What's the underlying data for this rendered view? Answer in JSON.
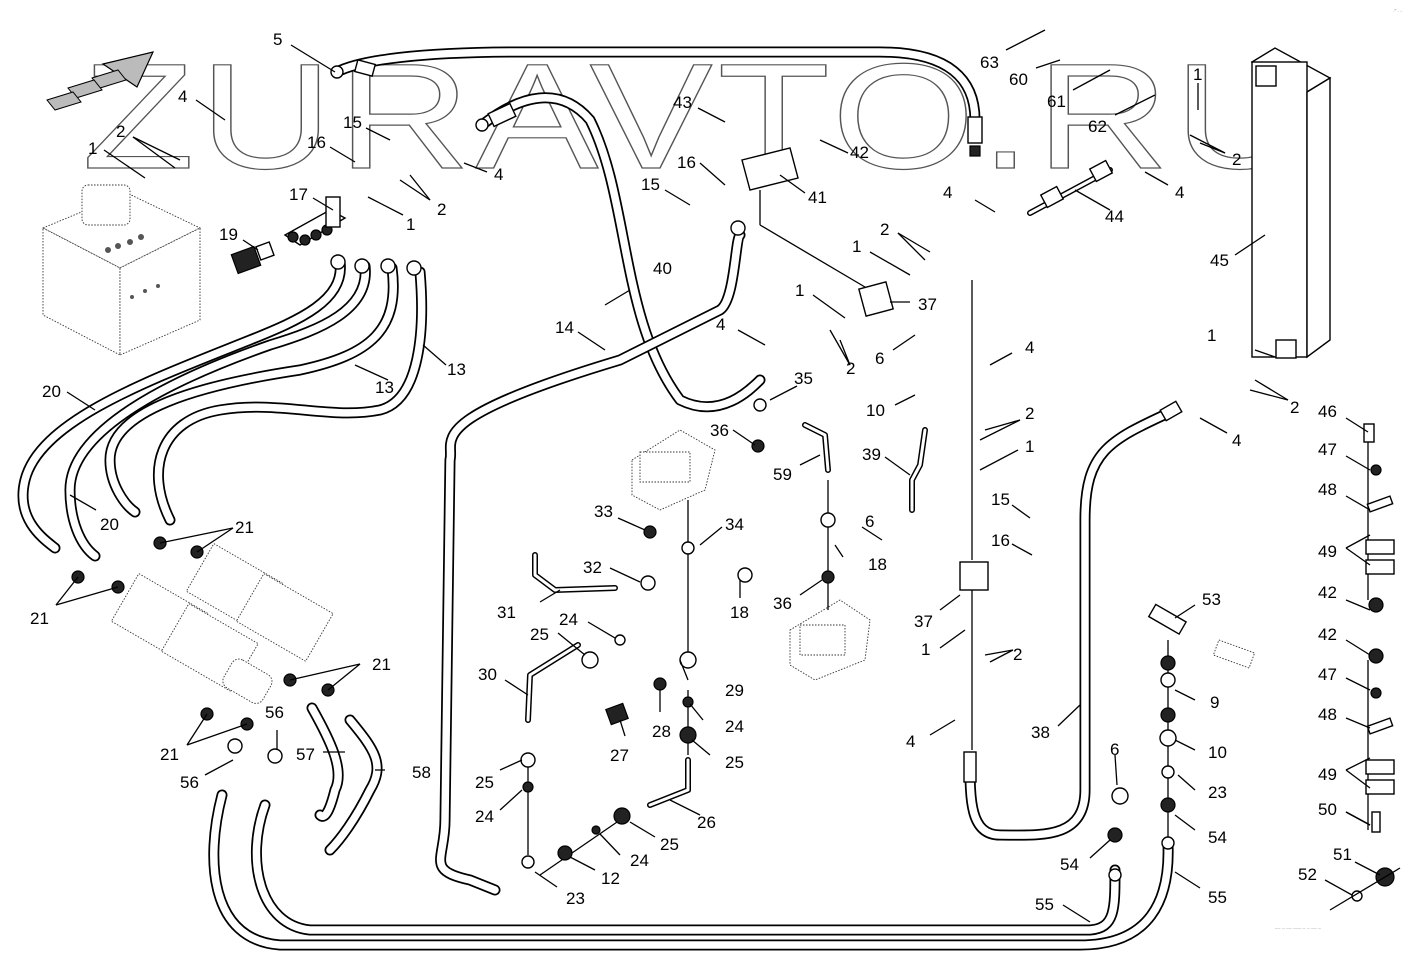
{
  "watermark": {
    "text": "ZURAVTO.RU"
  },
  "direction_arrow": {
    "icon": "forward-direction-arrow-icon"
  },
  "corner_code_top": "·‴ ···",
  "corner_code_bottom": "‒‒ ‒ ‒‒ ‒‒‒ ‒ ‒ ‒‒ ‒",
  "components": {
    "hydraulic_tank": "hydraulic-tank",
    "main_control_valve": "control-valve-block",
    "upper_pump": "hydraulic-pump-upper",
    "lower_pump": "hydraulic-pump-lower",
    "oil_cooler": "oil-cooler",
    "cylinder": "cylinder-outline"
  },
  "callouts": [
    {
      "id": "c1",
      "text": "1"
    },
    {
      "id": "c2",
      "text": "2"
    },
    {
      "id": "c4",
      "text": "4"
    },
    {
      "id": "c5",
      "text": "5"
    },
    {
      "id": "c15",
      "text": "15"
    },
    {
      "id": "c16",
      "text": "16"
    },
    {
      "id": "c4b",
      "text": "4"
    },
    {
      "id": "c2b",
      "text": "2"
    },
    {
      "id": "c1b",
      "text": "1"
    },
    {
      "id": "c17",
      "text": "17"
    },
    {
      "id": "c19",
      "text": "19"
    },
    {
      "id": "c43",
      "text": "43"
    },
    {
      "id": "c42",
      "text": "42"
    },
    {
      "id": "c16b",
      "text": "16"
    },
    {
      "id": "c15b",
      "text": "15"
    },
    {
      "id": "c41",
      "text": "41"
    },
    {
      "id": "c63",
      "text": "63"
    },
    {
      "id": "c60",
      "text": "60"
    },
    {
      "id": "c61",
      "text": "61"
    },
    {
      "id": "c62",
      "text": "62"
    },
    {
      "id": "c1c",
      "text": "1"
    },
    {
      "id": "c2c",
      "text": "2"
    },
    {
      "id": "c4c",
      "text": "4"
    },
    {
      "id": "c44",
      "text": "44"
    },
    {
      "id": "c4d",
      "text": "4"
    },
    {
      "id": "c2d",
      "text": "2"
    },
    {
      "id": "c1d",
      "text": "1"
    },
    {
      "id": "c45",
      "text": "45"
    },
    {
      "id": "c40",
      "text": "40"
    },
    {
      "id": "c14",
      "text": "14"
    },
    {
      "id": "c1e",
      "text": "1"
    },
    {
      "id": "c37",
      "text": "37"
    },
    {
      "id": "c4e",
      "text": "4"
    },
    {
      "id": "c2e",
      "text": "2"
    },
    {
      "id": "c6",
      "text": "6"
    },
    {
      "id": "c35",
      "text": "35"
    },
    {
      "id": "c13",
      "text": "13"
    },
    {
      "id": "c13b",
      "text": "13"
    },
    {
      "id": "c20",
      "text": "20"
    },
    {
      "id": "c20b",
      "text": "20"
    },
    {
      "id": "c4f",
      "text": "4"
    },
    {
      "id": "c10",
      "text": "10"
    },
    {
      "id": "c2f",
      "text": "2"
    },
    {
      "id": "c1f",
      "text": "1"
    },
    {
      "id": "c39",
      "text": "39"
    },
    {
      "id": "c36",
      "text": "36"
    },
    {
      "id": "c59",
      "text": "59"
    },
    {
      "id": "c1g",
      "text": "1"
    },
    {
      "id": "c2g",
      "text": "2"
    },
    {
      "id": "c4g",
      "text": "4"
    },
    {
      "id": "c46",
      "text": "46"
    },
    {
      "id": "c47",
      "text": "47"
    },
    {
      "id": "c48",
      "text": "48"
    },
    {
      "id": "c49",
      "text": "49"
    },
    {
      "id": "c42b",
      "text": "42"
    },
    {
      "id": "c21",
      "text": "21"
    },
    {
      "id": "c21b",
      "text": "21"
    },
    {
      "id": "c33",
      "text": "33"
    },
    {
      "id": "c34",
      "text": "34"
    },
    {
      "id": "c6b",
      "text": "6"
    },
    {
      "id": "c18",
      "text": "18"
    },
    {
      "id": "c15c",
      "text": "15"
    },
    {
      "id": "c16c",
      "text": "16"
    },
    {
      "id": "c32",
      "text": "32"
    },
    {
      "id": "c31",
      "text": "31"
    },
    {
      "id": "c18b",
      "text": "18"
    },
    {
      "id": "c36b",
      "text": "36"
    },
    {
      "id": "c24",
      "text": "24"
    },
    {
      "id": "c25",
      "text": "25"
    },
    {
      "id": "c37b",
      "text": "37"
    },
    {
      "id": "c1h",
      "text": "1"
    },
    {
      "id": "c2h",
      "text": "2"
    },
    {
      "id": "c53",
      "text": "53"
    },
    {
      "id": "c42c",
      "text": "42"
    },
    {
      "id": "c47b",
      "text": "47"
    },
    {
      "id": "c21c",
      "text": "21"
    },
    {
      "id": "c30",
      "text": "30"
    },
    {
      "id": "c29",
      "text": "29"
    },
    {
      "id": "c9",
      "text": "9"
    },
    {
      "id": "c48b",
      "text": "48"
    },
    {
      "id": "c56",
      "text": "56"
    },
    {
      "id": "c28",
      "text": "28"
    },
    {
      "id": "c24b",
      "text": "24"
    },
    {
      "id": "c27",
      "text": "27"
    },
    {
      "id": "c57",
      "text": "57"
    },
    {
      "id": "c21d",
      "text": "21"
    },
    {
      "id": "c4h",
      "text": "4"
    },
    {
      "id": "c38",
      "text": "38"
    },
    {
      "id": "c10b",
      "text": "10"
    },
    {
      "id": "c25b",
      "text": "25"
    },
    {
      "id": "c49b",
      "text": "49"
    },
    {
      "id": "c56b",
      "text": "56"
    },
    {
      "id": "c58",
      "text": "58"
    },
    {
      "id": "c6c",
      "text": "6"
    },
    {
      "id": "c23",
      "text": "23"
    },
    {
      "id": "c25c",
      "text": "25"
    },
    {
      "id": "c50",
      "text": "50"
    },
    {
      "id": "c26",
      "text": "26"
    },
    {
      "id": "c24c",
      "text": "24"
    },
    {
      "id": "c54",
      "text": "54"
    },
    {
      "id": "c25d",
      "text": "25"
    },
    {
      "id": "c54b",
      "text": "54"
    },
    {
      "id": "c51",
      "text": "51"
    },
    {
      "id": "c24d",
      "text": "24"
    },
    {
      "id": "c12",
      "text": "12"
    },
    {
      "id": "c52",
      "text": "52"
    },
    {
      "id": "c23b",
      "text": "23"
    },
    {
      "id": "c55",
      "text": "55"
    },
    {
      "id": "c55b",
      "text": "55"
    }
  ]
}
